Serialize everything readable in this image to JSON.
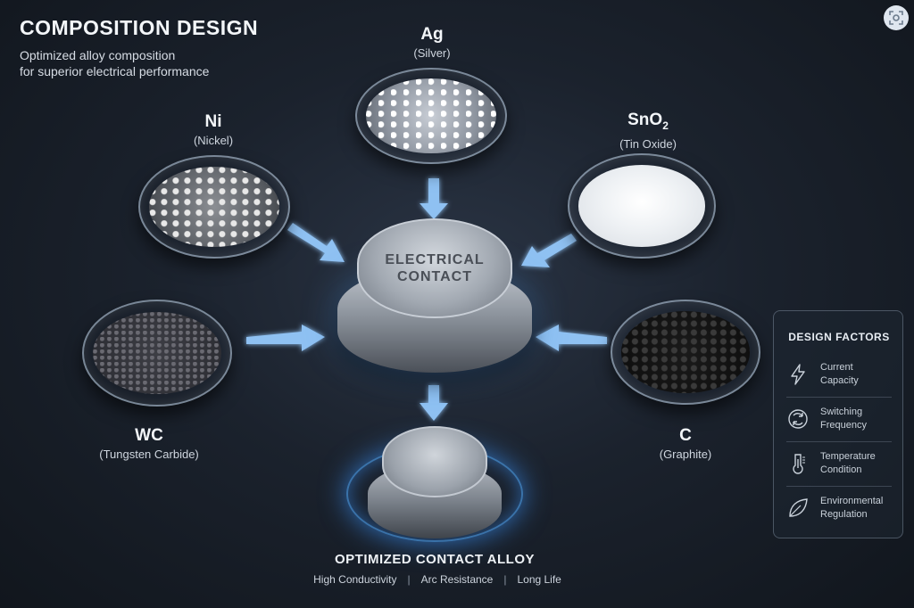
{
  "header": {
    "title": "COMPOSITION DESIGN",
    "subtitle_line1": "Optimized alloy composition",
    "subtitle_line2": "for superior electrical performance"
  },
  "materials": {
    "ag": {
      "symbol": "Ag",
      "name": "(Silver)"
    },
    "ni": {
      "symbol": "Ni",
      "name": "(Nickel)"
    },
    "sno2": {
      "symbol_base": "SnO",
      "symbol_sub": "2",
      "name": "(Tin Oxide)"
    },
    "wc": {
      "symbol": "WC",
      "name": "(Tungsten Carbide)"
    },
    "c": {
      "symbol": "C",
      "name": "(Graphite)"
    }
  },
  "center": {
    "line1": "ELECTRICAL",
    "line2": "CONTACT"
  },
  "result": {
    "title": "OPTIMIZED CONTACT ALLOY",
    "props": [
      "High Conductivity",
      "Arc Resistance",
      "Long Life"
    ],
    "separator": "|"
  },
  "design_factors": {
    "title": "DESIGN FACTORS",
    "items": [
      {
        "icon": "lightning-icon",
        "line1": "Current Capacity",
        "line2": ""
      },
      {
        "icon": "cycle-icon",
        "line1": "Switching",
        "line2": "Frequency"
      },
      {
        "icon": "thermometer-icon",
        "line1": "Temperature",
        "line2": "Condition"
      },
      {
        "icon": "leaf-icon",
        "line1": "Environmental",
        "line2": "Regulation"
      }
    ]
  },
  "colors": {
    "arrow": "#7fb6ee",
    "glow": "#3c96ff",
    "background": "#1b222d"
  }
}
